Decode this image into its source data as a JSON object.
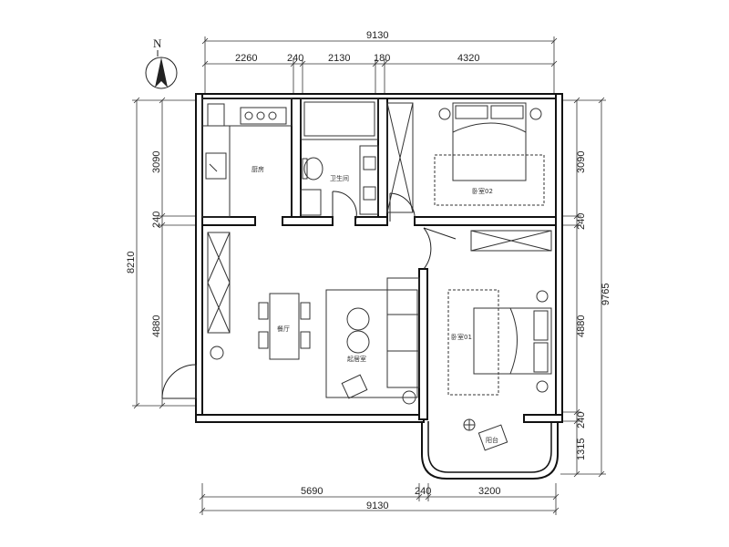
{
  "compass": {
    "north_label": "N"
  },
  "dimensions": {
    "top_total": "9130",
    "top_segments": [
      "2260",
      "240",
      "2130",
      "180",
      "4320"
    ],
    "bottom_segments": [
      "5690",
      "240",
      "3200"
    ],
    "bottom_total": "9130",
    "left_total": "8210",
    "left_segments": [
      "3090",
      "240",
      "4880"
    ],
    "right_total": "9765",
    "right_segments": [
      "3090",
      "240",
      "4880",
      "240",
      "1315"
    ]
  },
  "rooms": {
    "kitchen": "厨房",
    "bathroom": "卫生间",
    "bedroom2": "卧室02",
    "dining": "餐厅",
    "living": "起居室",
    "bedroom1": "卧室01",
    "balcony": "阳台"
  }
}
